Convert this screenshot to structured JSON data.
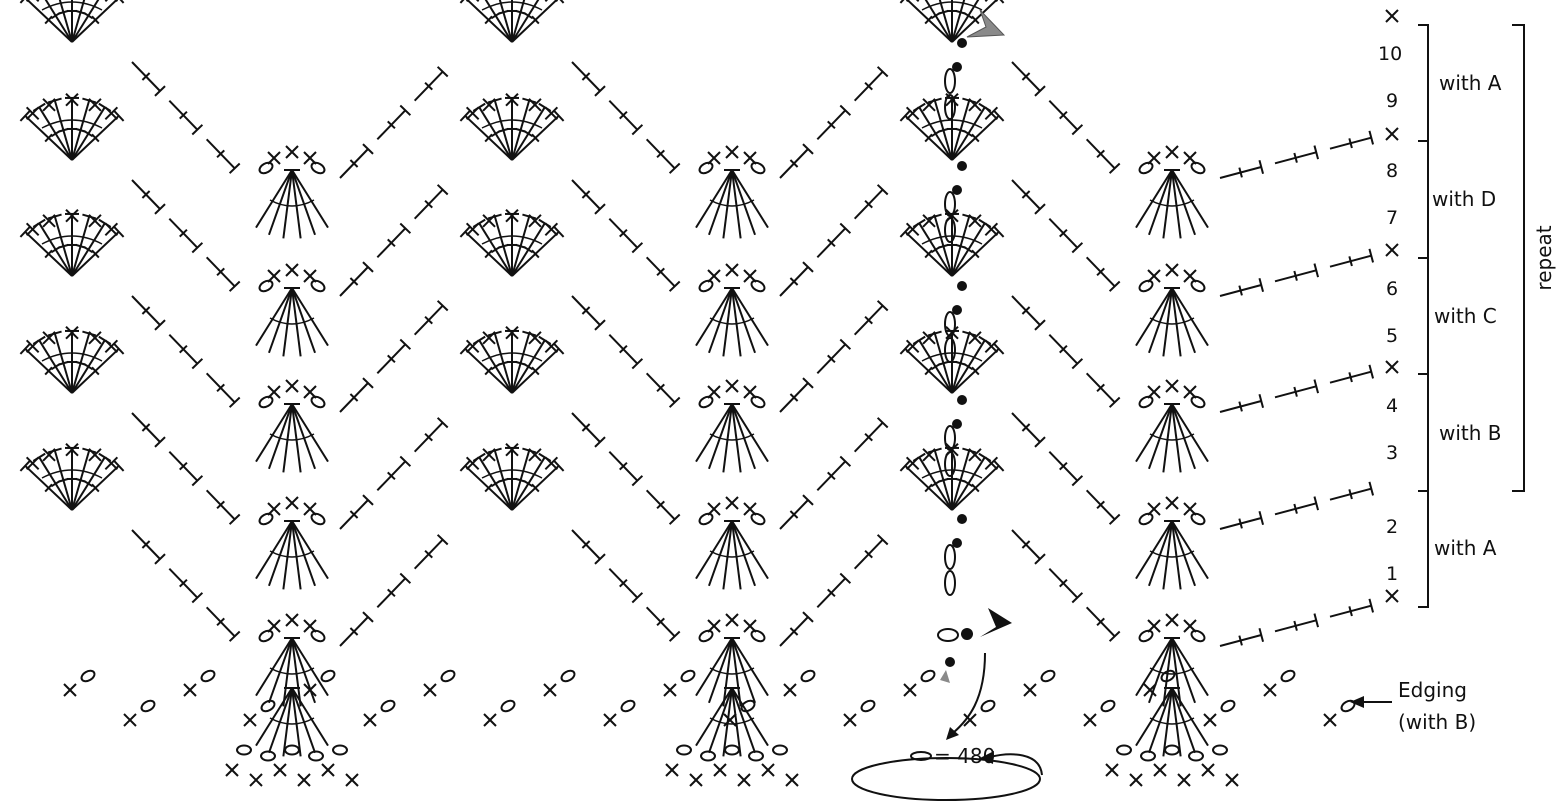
{
  "row_numbers": [
    "1",
    "2",
    "3",
    "4",
    "5",
    "6",
    "7",
    "8",
    "9",
    "10"
  ],
  "color_groups": [
    {
      "id": "grp-a1",
      "label": "with A"
    },
    {
      "id": "grp-b",
      "label": "with B"
    },
    {
      "id": "grp-c",
      "label": "with C"
    },
    {
      "id": "grp-d",
      "label": "with D"
    },
    {
      "id": "grp-a2",
      "label": "with A"
    }
  ],
  "repeat_label": "repeat",
  "edging_label_line1": "Edging",
  "edging_label_line2": "(with B)",
  "foundation_label": "= 480",
  "colors": {
    "ink": "#111111",
    "marker_start": "#111111",
    "marker_end": "#8a8a8a"
  }
}
